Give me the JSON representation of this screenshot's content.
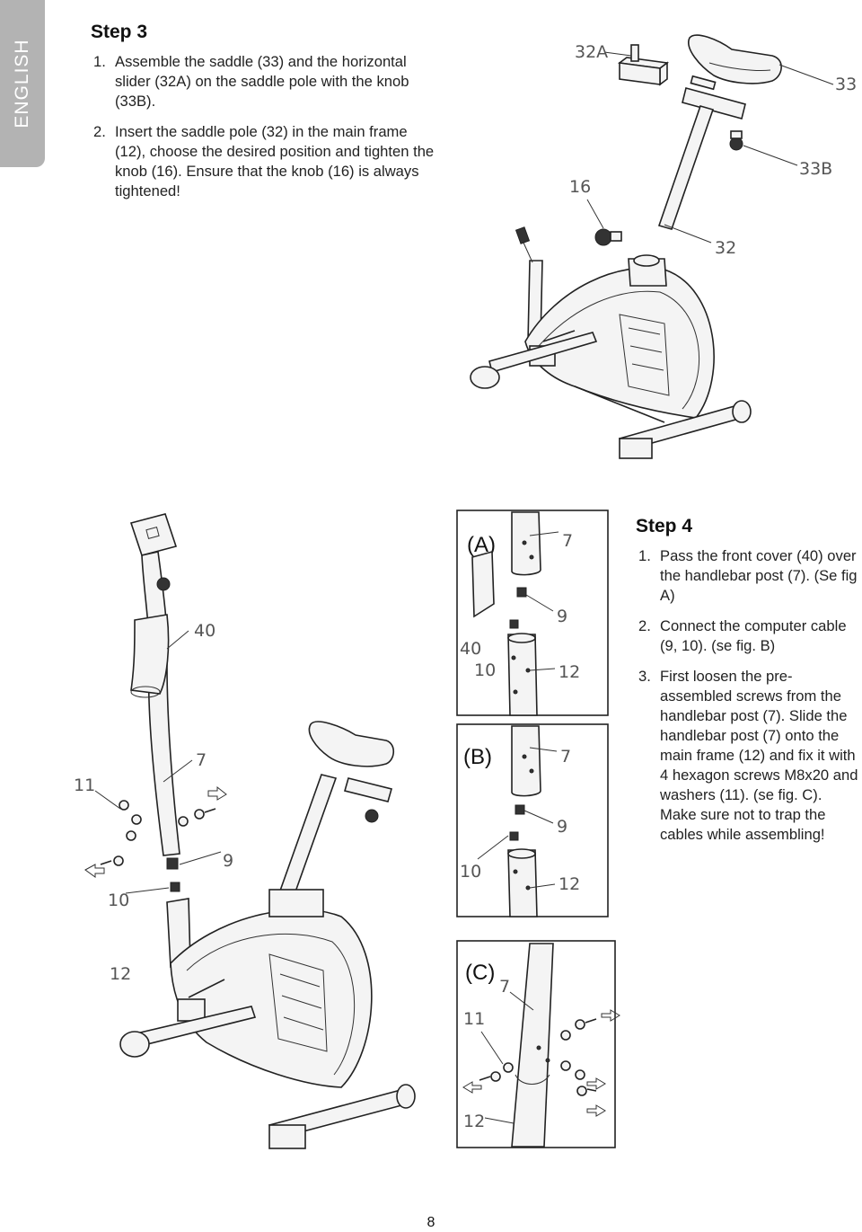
{
  "sidebar": {
    "language": "ENGLISH"
  },
  "step3": {
    "title": "Step 3",
    "items": [
      {
        "num": "1.",
        "text": "Assemble the saddle (33) and the horizontal slider (32A) on the saddle pole with the knob (33B)."
      },
      {
        "num": "2.",
        "text": "Insert the saddle pole (32) in the main frame (12), choose the desired position and tighten the knob (16). Ensure that the knob (16) is always tightened!"
      }
    ],
    "callouts": {
      "slider": "32A",
      "saddle": "33",
      "knob_saddle": "33B",
      "knob": "16",
      "pole": "32"
    }
  },
  "step4": {
    "title": "Step 4",
    "items": [
      {
        "num": "1.",
        "text": "Pass the front cover (40) over the handlebar post (7). (Se fig A)"
      },
      {
        "num": "2.",
        "text": "Connect the computer cable (9, 10). (se fig. B)"
      },
      {
        "num": "3.",
        "text": "First loosen the pre-assembled screws from the handlebar post (7). Slide the handlebar post (7) onto the main frame (12) and fix it with 4 hexagon screws M8x20 and washers (11). (se fig. C). Make sure not to trap the cables while assembling!"
      }
    ],
    "main_callouts": {
      "cover": "40",
      "washers": "11",
      "post": "7",
      "cable_upper": "9",
      "cable_lower": "10",
      "frame": "12"
    },
    "fig_a": {
      "label": "(A)",
      "post": "7",
      "cable_upper": "9",
      "cover": "40",
      "cable_lower": "10",
      "frame": "12"
    },
    "fig_b": {
      "label": "(B)",
      "post": "7",
      "cable_upper": "9",
      "cable_lower": "10",
      "frame": "12"
    },
    "fig_c": {
      "label": "(C)",
      "post": "7",
      "washers": "11",
      "frame": "12"
    }
  },
  "footer": {
    "page_number": "8"
  }
}
